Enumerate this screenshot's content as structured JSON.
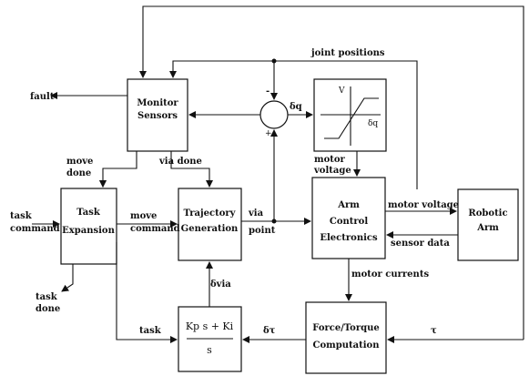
{
  "blocks": {
    "monitor": [
      "Monitor",
      "Sensors"
    ],
    "task_exp": [
      "Task",
      "Expansion"
    ],
    "trajectory": [
      "Trajectory",
      "Generation"
    ],
    "arm_ctrl": [
      "Arm",
      "Control",
      "Electronics"
    ],
    "robotic_arm": [
      "Robotic",
      "Arm"
    ],
    "force_torque": [
      "Force/Torque",
      "Computation"
    ],
    "pid_num": "Kp s + Ki",
    "pid_den": "s",
    "sat_y": "V",
    "sat_x": "δq"
  },
  "labels": {
    "joint_positions": "joint positions",
    "fault": "fault",
    "move_done": [
      "move",
      "done"
    ],
    "via_done": "via done",
    "dq": "δq",
    "minus": "-",
    "plus": "+",
    "motor_voltage_v": [
      "motor",
      "voltage"
    ],
    "task_command": [
      "task",
      "command"
    ],
    "move_command": [
      "move",
      "command"
    ],
    "via_point": [
      "via",
      "point"
    ],
    "motor_voltage_h": "motor voltage",
    "sensor_data": "sensor data",
    "motor_currents": "motor currents",
    "dvia": "δvia",
    "task_done": [
      "task",
      "done"
    ],
    "task": "task",
    "dtau": "δτ",
    "tau": "τ"
  }
}
